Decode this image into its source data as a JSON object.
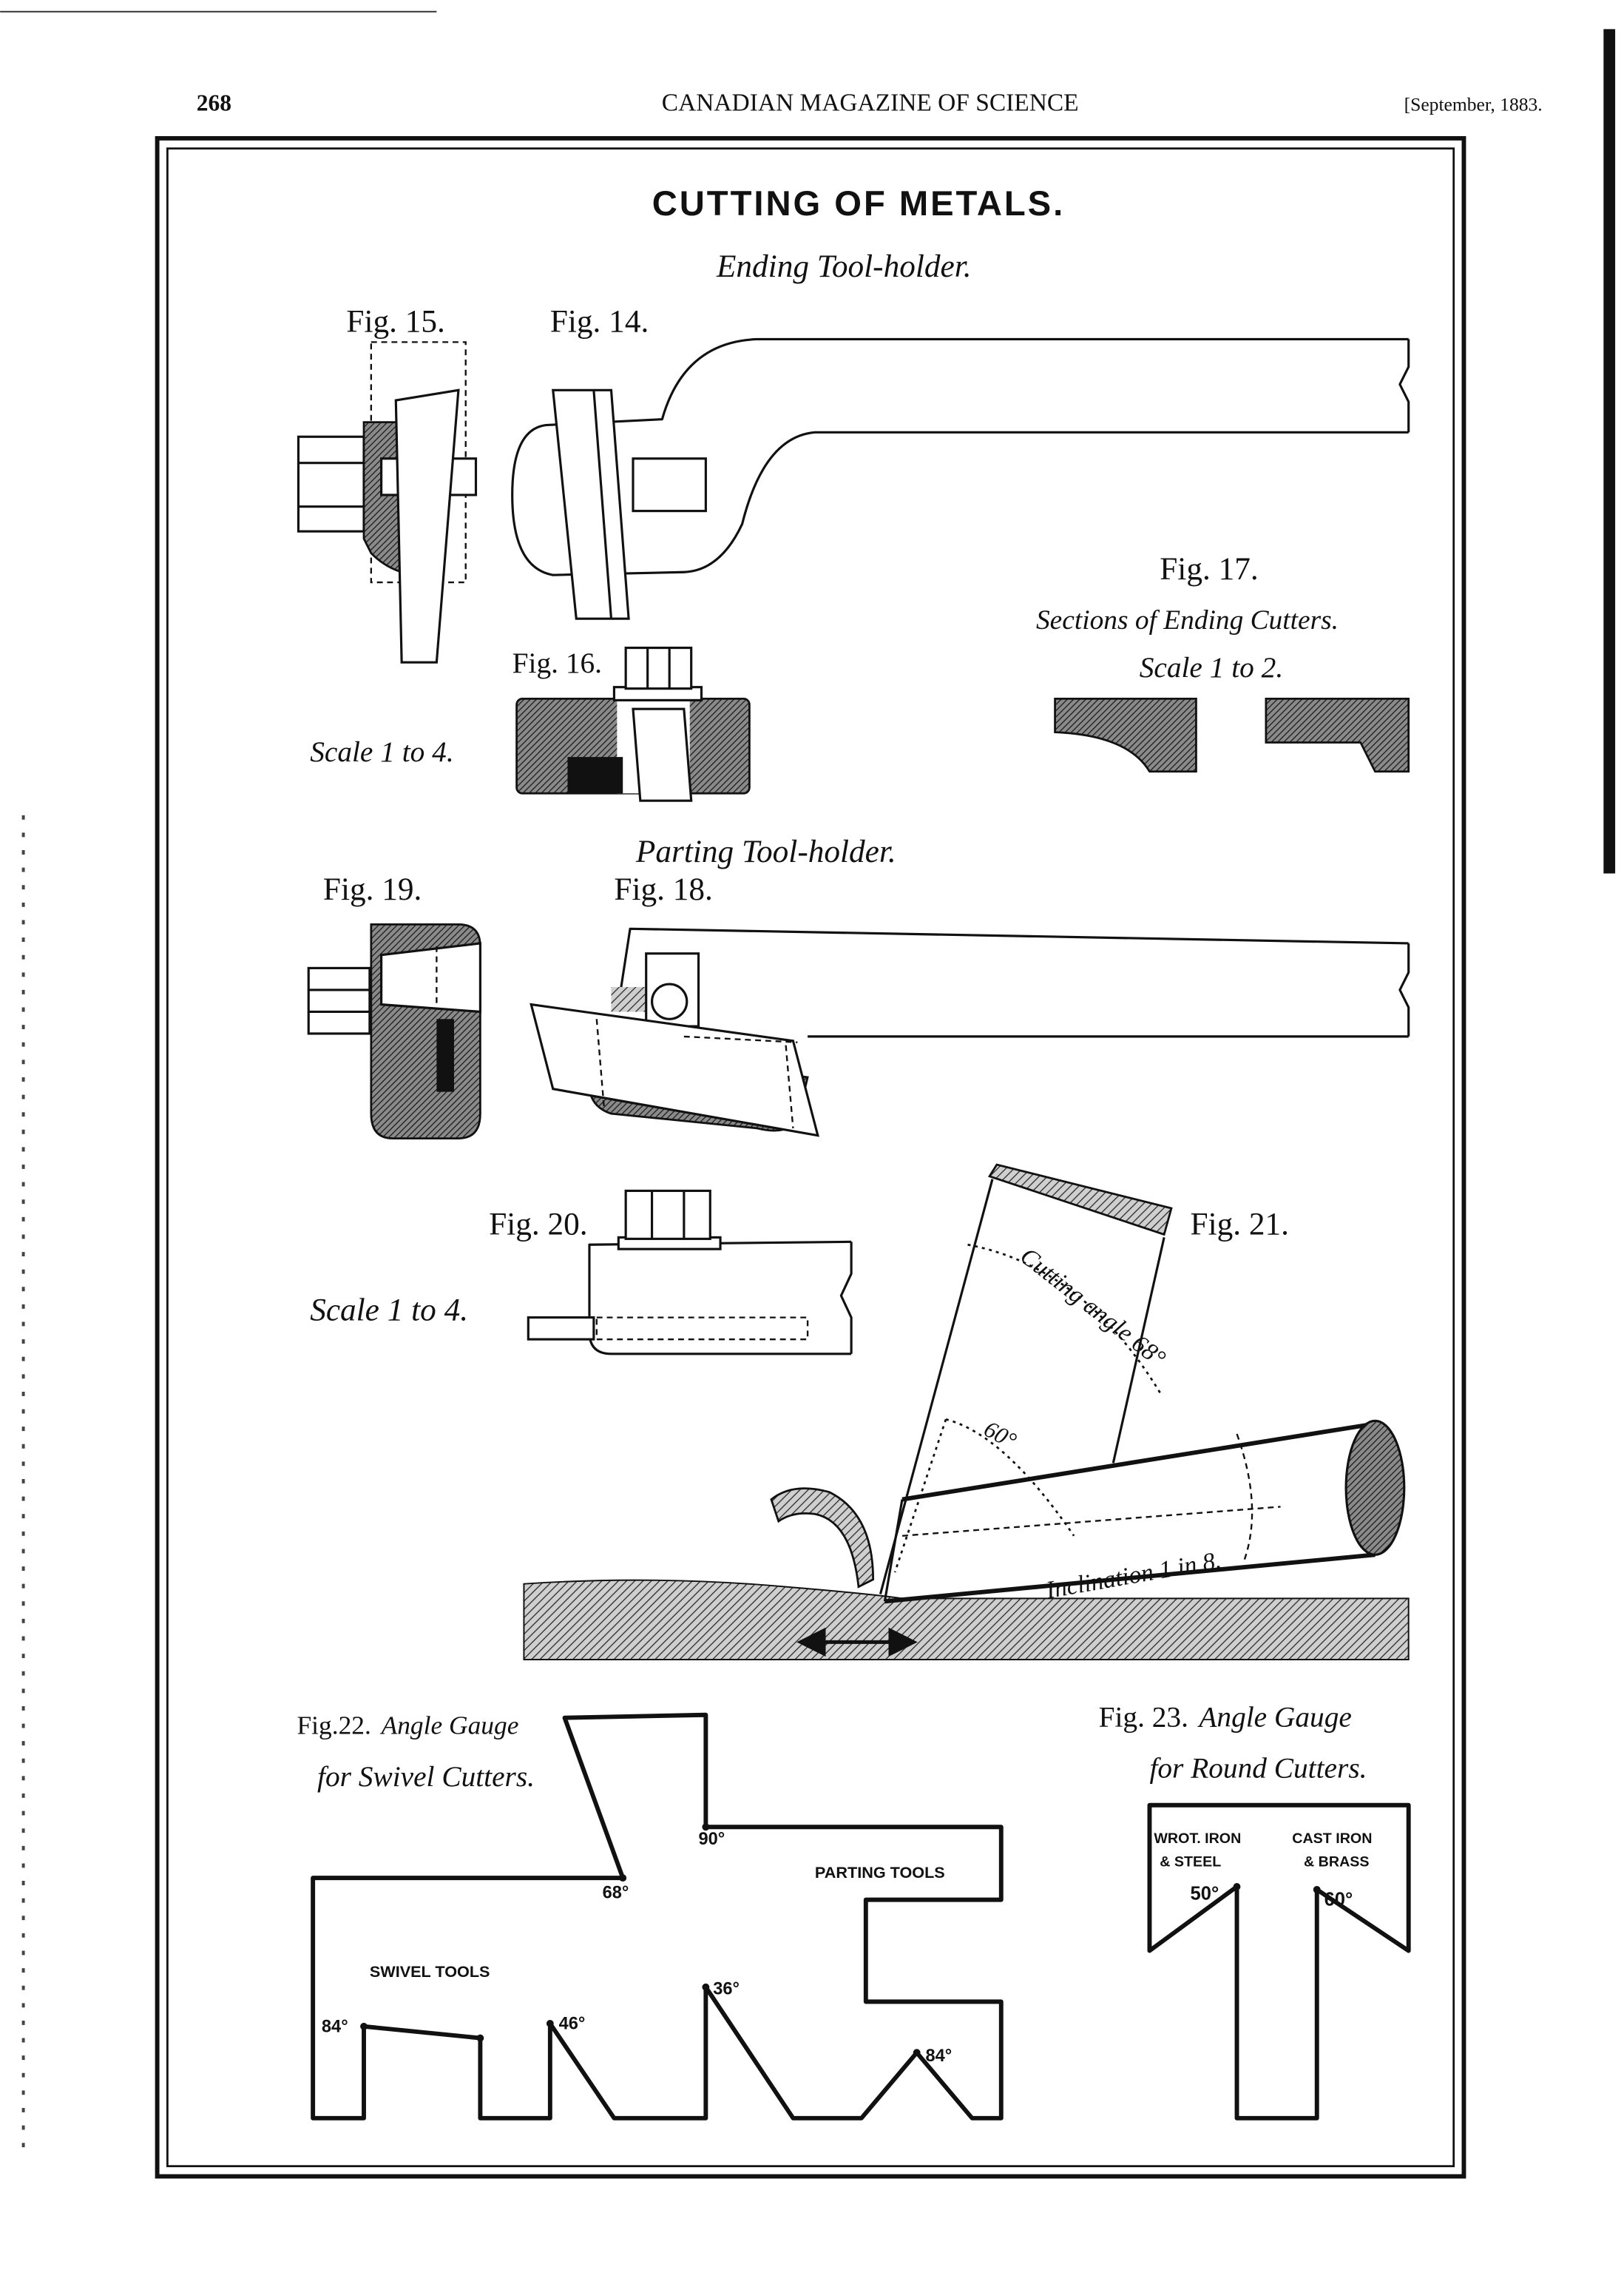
{
  "header": {
    "page_number": "268",
    "journal": "CANADIAN MAGAZINE OF SCIENCE",
    "date": "[September, 1883."
  },
  "plate": {
    "title": "CUTTING OF METALS.",
    "ending_section": "Ending Tool-holder.",
    "parting_section": "Parting Tool-holder.",
    "fig14": "Fig. 14.",
    "fig15": "Fig. 15.",
    "fig16": "Fig. 16.",
    "fig16_scale": "Scale 1 to 4.",
    "fig17": "Fig. 17.",
    "fig17_caption": "Sections of Ending Cutters.",
    "fig17_scale": "Scale 1 to 2.",
    "fig18": "Fig. 18.",
    "fig19": "Fig. 19.",
    "fig20": "Fig. 20.",
    "fig20_scale": "Scale 1 to 4.",
    "fig21": "Fig. 21.",
    "fig21_cutting_angle": "Cutting angle 68°",
    "fig21_angle_60": "60°",
    "fig21_inclination": "Inclination 1 in 8.",
    "fig22_label": "Fig.22.",
    "fig22_title": "Angle Gauge",
    "fig22_subtitle": "for Swivel Cutters.",
    "fig22_gauge": {
      "angle_90": "90°",
      "angle_68": "68°",
      "parting_tools": "PARTING TOOLS",
      "swivel_tools": "SWIVEL TOOLS",
      "angle_84_left": "84°",
      "angle_46": "46°",
      "angle_36": "36°",
      "angle_84_right": "84°"
    },
    "fig23_label": "Fig. 23.",
    "fig23_title": "Angle Gauge",
    "fig23_subtitle": "for Round Cutters.",
    "fig23_gauge": {
      "wrot_iron": "WROT. IRON",
      "wrot_steel": "& STEEL",
      "cast_iron": "CAST IRON",
      "cast_brass": "& BRASS",
      "angle_50": "50°",
      "angle_60": "60°"
    }
  }
}
